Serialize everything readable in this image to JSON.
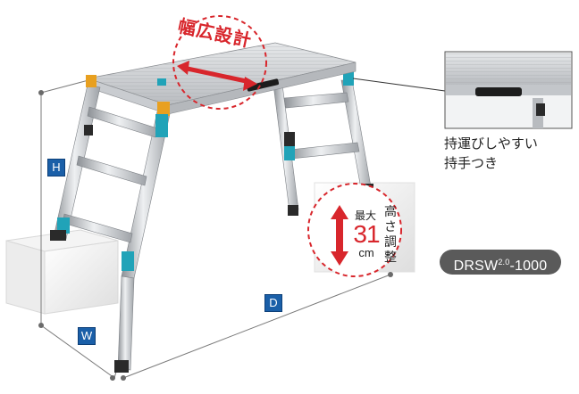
{
  "dimension_labels": {
    "height": "H",
    "width": "W",
    "depth": "D"
  },
  "callout_wide": {
    "text": "幅広設計"
  },
  "callout_height": {
    "max_label": "最大",
    "value": "31",
    "unit": "cm",
    "adjust_chars": [
      "高",
      "さ",
      "調",
      "整"
    ]
  },
  "handle_caption": {
    "line1": "持運びしやすい",
    "line2": "持手つき"
  },
  "model": {
    "name": "DRSW",
    "superscript": "2.0",
    "suffix": "-1000"
  },
  "colors": {
    "accent_red": "#d8262c",
    "dimension_blue": "#1a5fa8",
    "hinge_teal": "#21a3b8",
    "hinge_orange": "#e8a020",
    "badge_gray": "#5a5a5a"
  },
  "icons": [
    "up-down-arrow-icon"
  ]
}
